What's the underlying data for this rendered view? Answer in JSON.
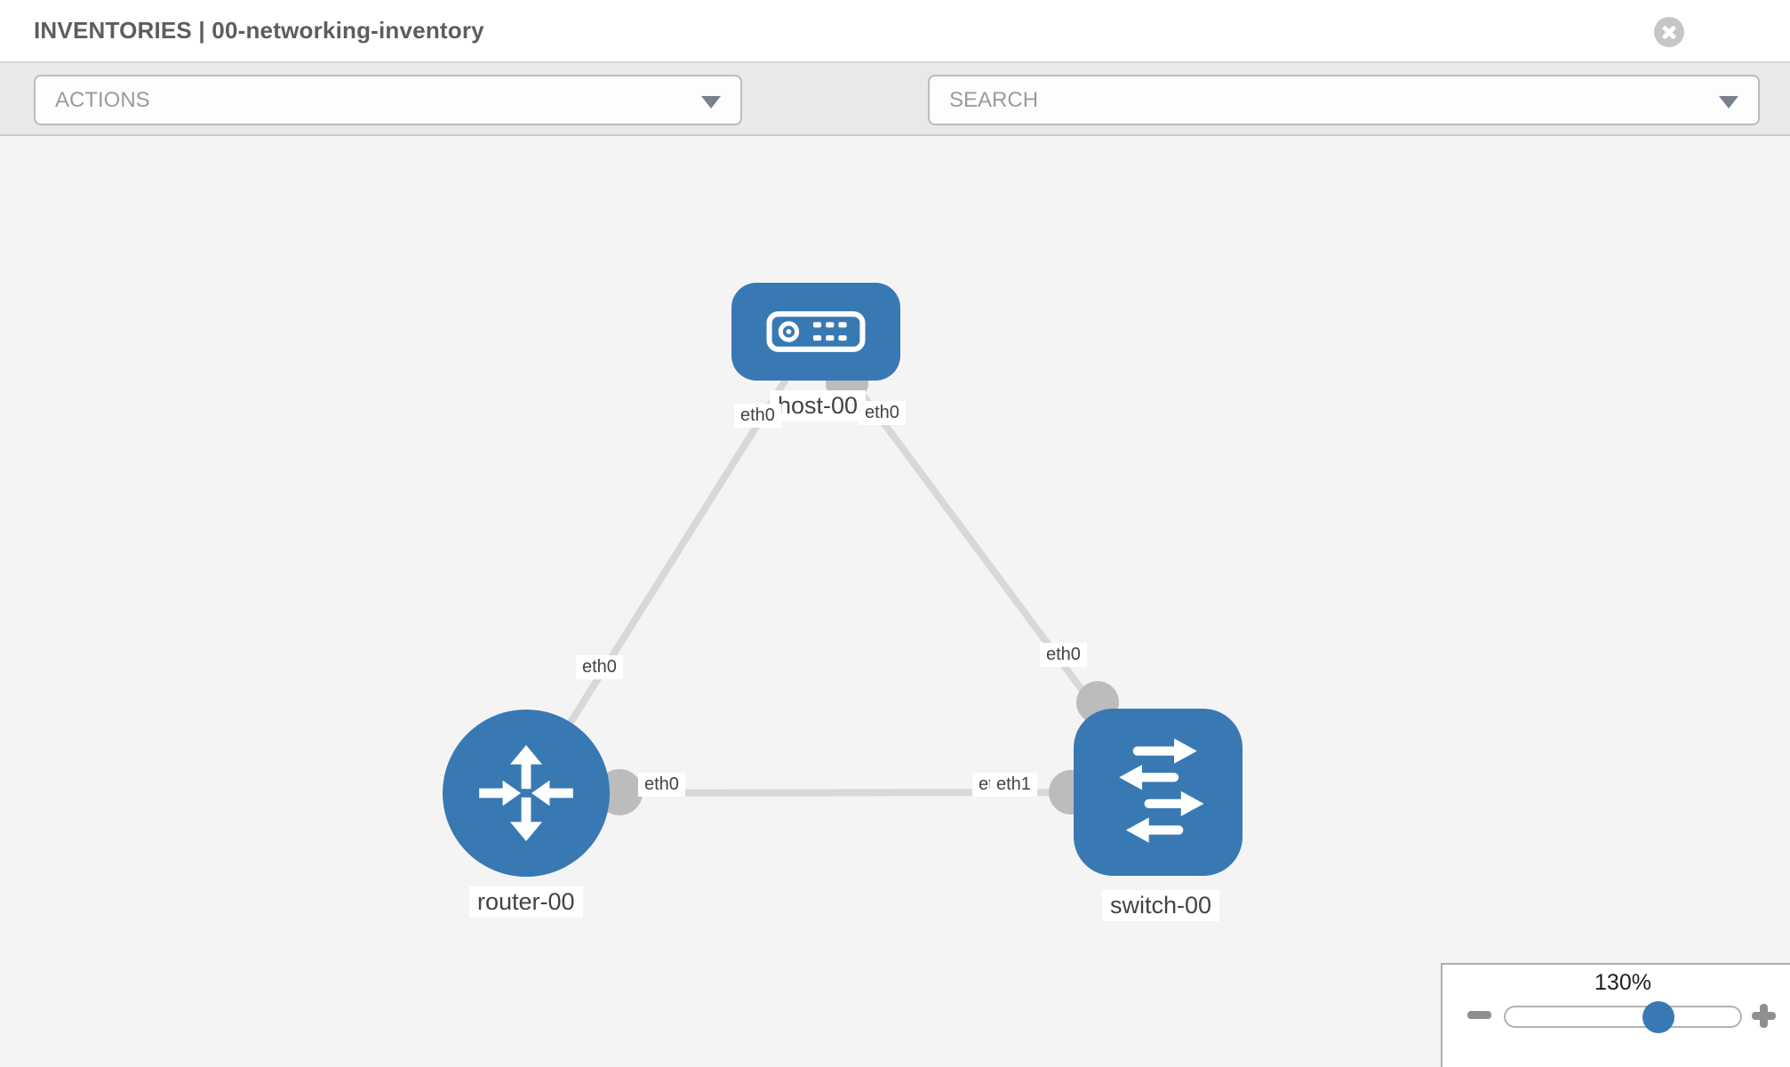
{
  "header": {
    "title": "INVENTORIES | 00-networking-inventory",
    "close_icon": "x-circle-icon"
  },
  "toolbar": {
    "actions_placeholder": "ACTIONS",
    "search_placeholder": "SEARCH",
    "tools": [
      {
        "icon": "wrench-icon"
      },
      {
        "icon": "key-icon"
      }
    ]
  },
  "topology": {
    "nodes": [
      {
        "id": "host-00",
        "label": "host-00",
        "type": "host",
        "shape": "rounded-rectangle",
        "icon": "host-device-icon",
        "color": "#3879b4"
      },
      {
        "id": "router-00",
        "label": "router-00",
        "type": "router",
        "shape": "circle",
        "icon": "router-arrows-icon",
        "color": "#3879b4"
      },
      {
        "id": "switch-00",
        "label": "switch-00",
        "type": "switch",
        "shape": "rounded-square",
        "icon": "switch-arrows-icon",
        "color": "#3879b4"
      }
    ],
    "links": [
      {
        "source": "host-00",
        "target": "router-00",
        "source_port": "eth0",
        "target_port": "eth0"
      },
      {
        "source": "host-00",
        "target": "switch-00",
        "source_port": "eth0",
        "target_port": "eth0"
      },
      {
        "source": "router-00",
        "target": "switch-00",
        "source_port": "eth0",
        "target_port": "eth1"
      }
    ],
    "port_labels": [
      "eth0",
      "eth0",
      "eth0",
      "eth0",
      "eth0",
      "eth0",
      "eth1"
    ]
  },
  "zoom": {
    "level_label": "130%",
    "percent": 130,
    "out_icon": "minus-icon",
    "in_icon": "plus-icon"
  },
  "colors": {
    "node_fill": "#3879b4",
    "link_stroke": "#d8d8d8",
    "connector_fill": "#bcbcbc",
    "canvas_bg": "#f4f4f5",
    "toolbar_bg": "#e9e9e9",
    "slider_thumb": "#3879b4",
    "close_button_bg": "#c6c6c6"
  }
}
